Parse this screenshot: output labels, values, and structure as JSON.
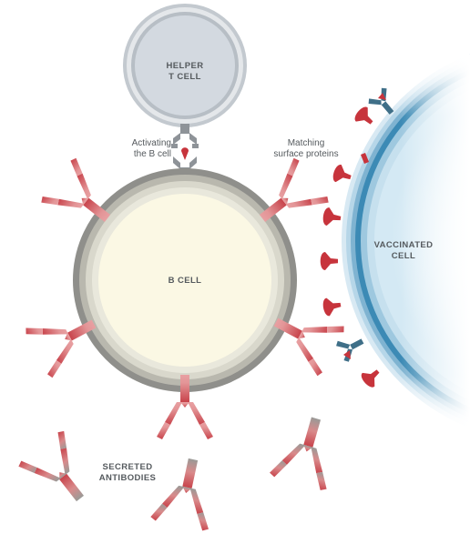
{
  "labels": {
    "helper_t_cell": [
      "HELPER",
      "T CELL"
    ],
    "b_cell": "B CELL",
    "vaccinated_cell": [
      "VACCINATED",
      "CELL"
    ],
    "activating": [
      "Activating",
      "the B cell"
    ],
    "matching": [
      "Matching",
      "surface proteins"
    ],
    "secreted_antibodies": [
      "SECRETED",
      "ANTIBODIES"
    ]
  },
  "colors": {
    "antibody_red": "#c8434b",
    "antibody_pink": "#e79a9c",
    "antibody_gray": "#9a9a97",
    "spike_red": "#c7343c",
    "receptor_navy": "#3f6f88",
    "bcell_core": "#fbf8e4",
    "helper_core": "#d3d9e0",
    "vaccinated_core": "#e9f4fa",
    "vaccinated_rim": "#3c8ab5"
  },
  "icons": {
    "antibody": "y-shaped-antibody-icon",
    "spike_protein": "spike-protein-icon",
    "receptor": "t-cell-receptor-icon"
  }
}
